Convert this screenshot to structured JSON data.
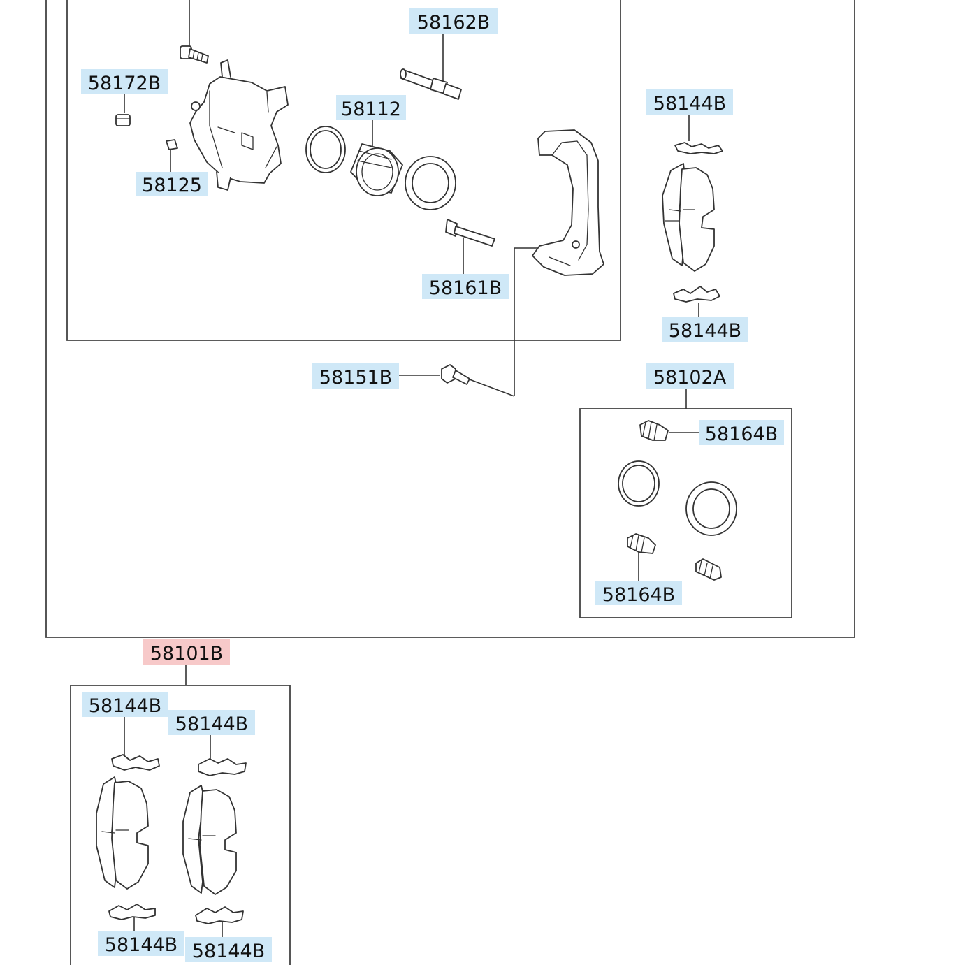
{
  "colors": {
    "label_highlight": "#cfe8f7",
    "label_highlight_selected": "#f7c9c9",
    "line": "#333333",
    "background": "#ffffff"
  },
  "labels": {
    "l58162B": "58162B",
    "l58172B": "58172B",
    "l58112": "58112",
    "l58144B_top": "58144B",
    "l58125": "58125",
    "l58161B": "58161B",
    "l58144B_mid": "58144B",
    "l58151B": "58151B",
    "l58102A": "58102A",
    "l58164B_top": "58164B",
    "l58164B_bottom": "58164B",
    "l58101B": "58101B",
    "l58144B_k1": "58144B",
    "l58144B_k2": "58144B",
    "l58144B_k3": "58144B",
    "l58144B_k4": "58144B"
  }
}
